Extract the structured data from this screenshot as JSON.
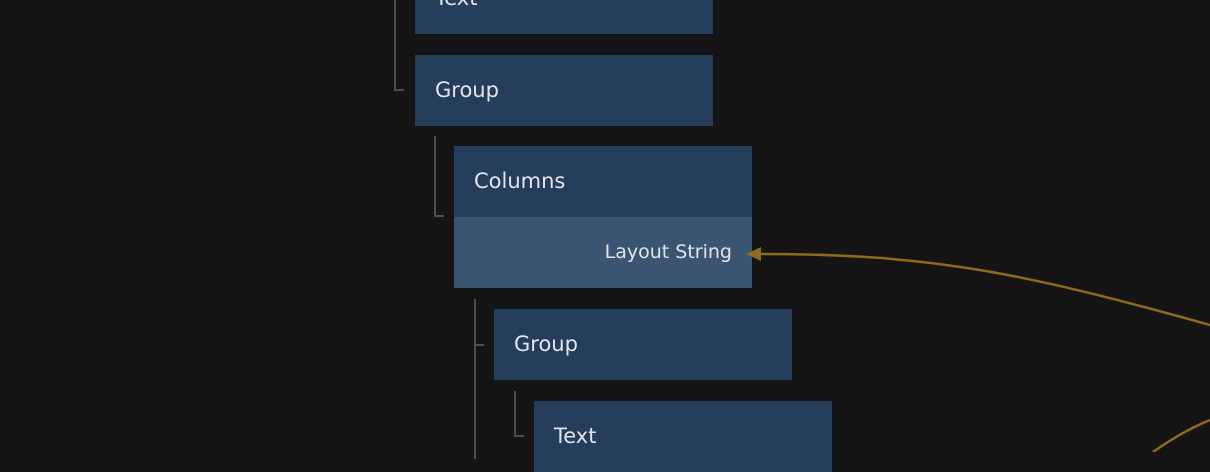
{
  "nodes": [
    {
      "title": "Text"
    },
    {
      "title": "Group"
    },
    {
      "title": "Columns",
      "port": "Layout String"
    },
    {
      "title": "Group"
    },
    {
      "title": "Text"
    }
  ],
  "colors": {
    "background": "#141414",
    "node": "#233d5b",
    "port_row": "#3a5472",
    "connection": "#8f6a1f"
  }
}
